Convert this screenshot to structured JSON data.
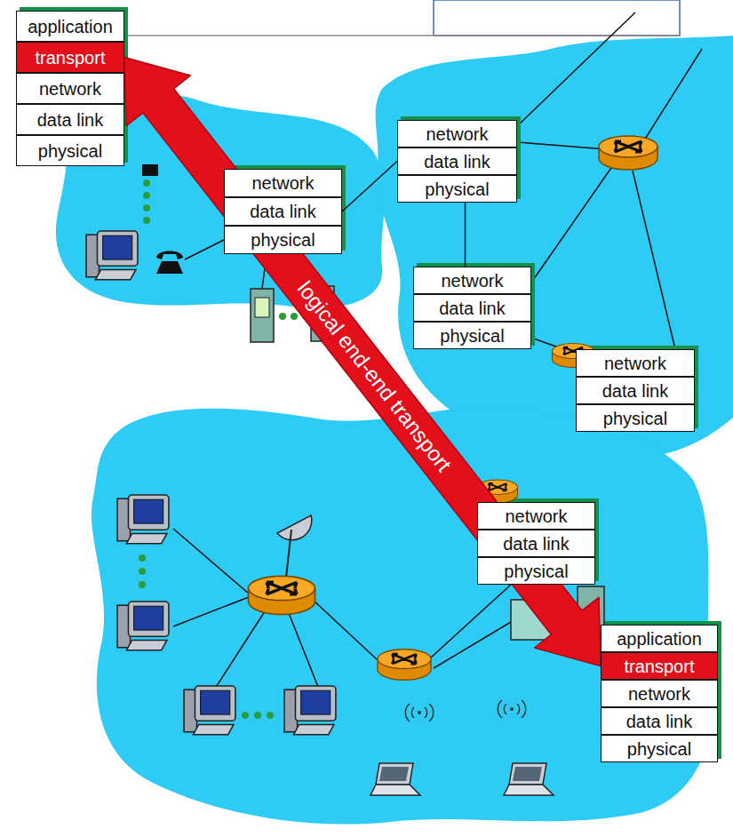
{
  "diagram": {
    "nodes": [
      {
        "text": [
          "application"
        ]
      },
      {
        "text": [
          "transport"
        ]
      },
      {
        "text": [
          "network"
        ]
      },
      {
        "text": [
          "data link"
        ]
      },
      {
        "text": [
          "physical"
        ]
      },
      {
        "text": [
          "network"
        ]
      },
      {
        "text": [
          "data link"
        ]
      },
      {
        "text": [
          "physical"
        ]
      },
      {
        "text": [
          "network"
        ]
      },
      {
        "text": [
          "data link"
        ]
      },
      {
        "text": [
          "physical"
        ]
      },
      {
        "text": [
          "network"
        ]
      },
      {
        "text": [
          "data link"
        ]
      },
      {
        "text": [
          "physical"
        ]
      },
      {
        "text": [
          "network"
        ]
      },
      {
        "text": [
          "data link"
        ]
      },
      {
        "text": [
          "physical"
        ]
      },
      {
        "text": [
          "network"
        ]
      },
      {
        "text": [
          "data link"
        ]
      },
      {
        "text": [
          "physical"
        ]
      },
      {
        "text": [
          "application"
        ]
      },
      {
        "text": [
          "transport"
        ]
      },
      {
        "text": [
          "network"
        ]
      },
      {
        "text": [
          "data link"
        ]
      },
      {
        "text": [
          "physical"
        ]
      }
    ],
    "edges": [
      {
        "from": 1,
        "to": 21,
        "label": "logical end-end transport",
        "arrow": "both"
      },
      {
        "from": 6,
        "to": 9,
        "arrow": "none"
      },
      {
        "from": 10,
        "to": 11,
        "arrow": "none"
      }
    ]
  }
}
